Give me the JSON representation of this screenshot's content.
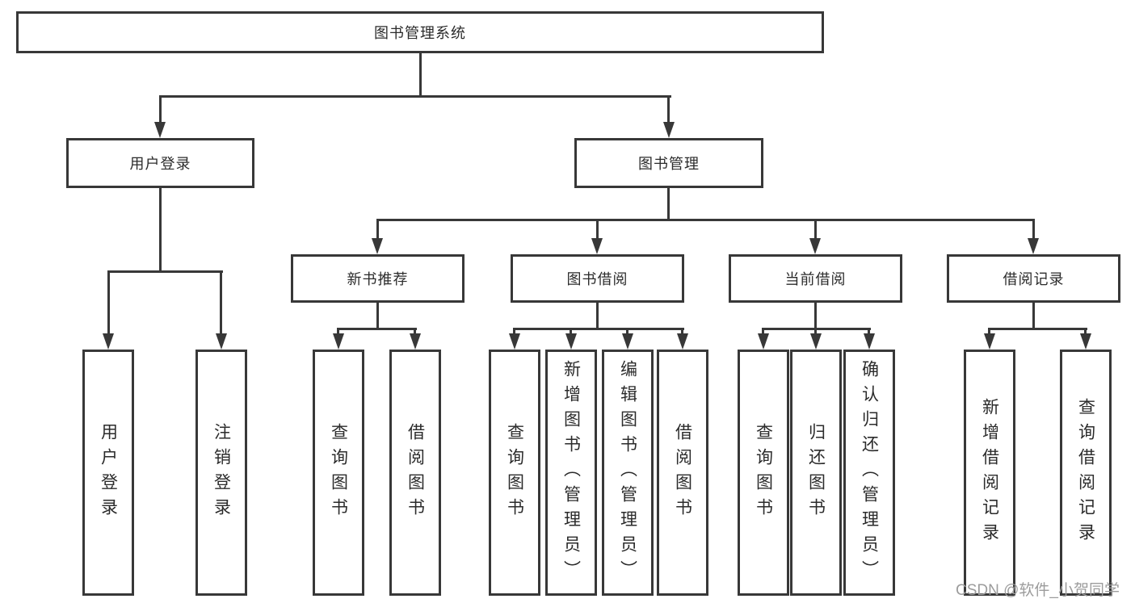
{
  "diagram_type": "hierarchy-tree",
  "nodes": {
    "root": {
      "label": "图书管理系统"
    },
    "level2": [
      {
        "label": "用户登录"
      },
      {
        "label": "图书管理"
      }
    ],
    "level3": [
      {
        "label": "新书推荐"
      },
      {
        "label": "图书借阅"
      },
      {
        "label": "当前借阅"
      },
      {
        "label": "借阅记录"
      }
    ],
    "leaves": {
      "user_login": [
        {
          "label": "用户登录"
        },
        {
          "label": "注销登录"
        }
      ],
      "new_book": [
        {
          "label": "查询图书"
        },
        {
          "label": "借阅图书"
        }
      ],
      "borrow": [
        {
          "label": "查询图书"
        },
        {
          "label": "新增图书（管理员）"
        },
        {
          "label": "编辑图书（管理员）"
        },
        {
          "label": "借阅图书"
        }
      ],
      "current": [
        {
          "label": "查询图书"
        },
        {
          "label": "归还图书"
        },
        {
          "label": "确认归还（管理员）"
        }
      ],
      "records": [
        {
          "label": "新增借阅记录"
        },
        {
          "label": "查询借阅记录"
        }
      ]
    }
  },
  "watermark": "CSDN @软件_小贺同学",
  "colors": {
    "line": "#383838",
    "text": "#2b2b2b",
    "watermark": "#9c9c9c",
    "background": "#ffffff"
  }
}
